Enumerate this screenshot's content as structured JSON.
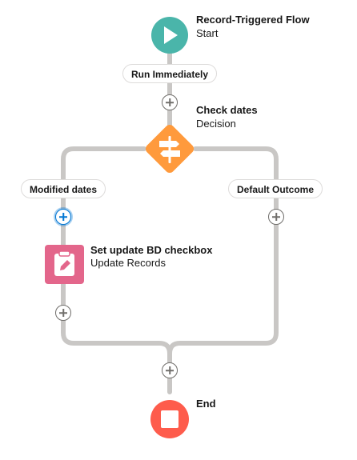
{
  "colors": {
    "start": "#4ab5aa",
    "decision": "#ff9a3c",
    "update": "#e3668b",
    "end": "#fe5c4c",
    "connector": "#c9c7c5",
    "add_focus": "#0176d3"
  },
  "start_node": {
    "title": "Record-Triggered Flow",
    "type": "Start",
    "icon": "play-icon"
  },
  "run_label": "Run Immediately",
  "decision_node": {
    "title": "Check dates",
    "type": "Decision",
    "icon": "decision-icon"
  },
  "outcomes": [
    {
      "label": "Modified dates"
    },
    {
      "label": "Default Outcome"
    }
  ],
  "update_node": {
    "title": "Set update BD checkbox",
    "type": "Update Records",
    "icon": "clipboard-edit-icon"
  },
  "end_node": {
    "title": "End",
    "icon": "stop-icon"
  }
}
